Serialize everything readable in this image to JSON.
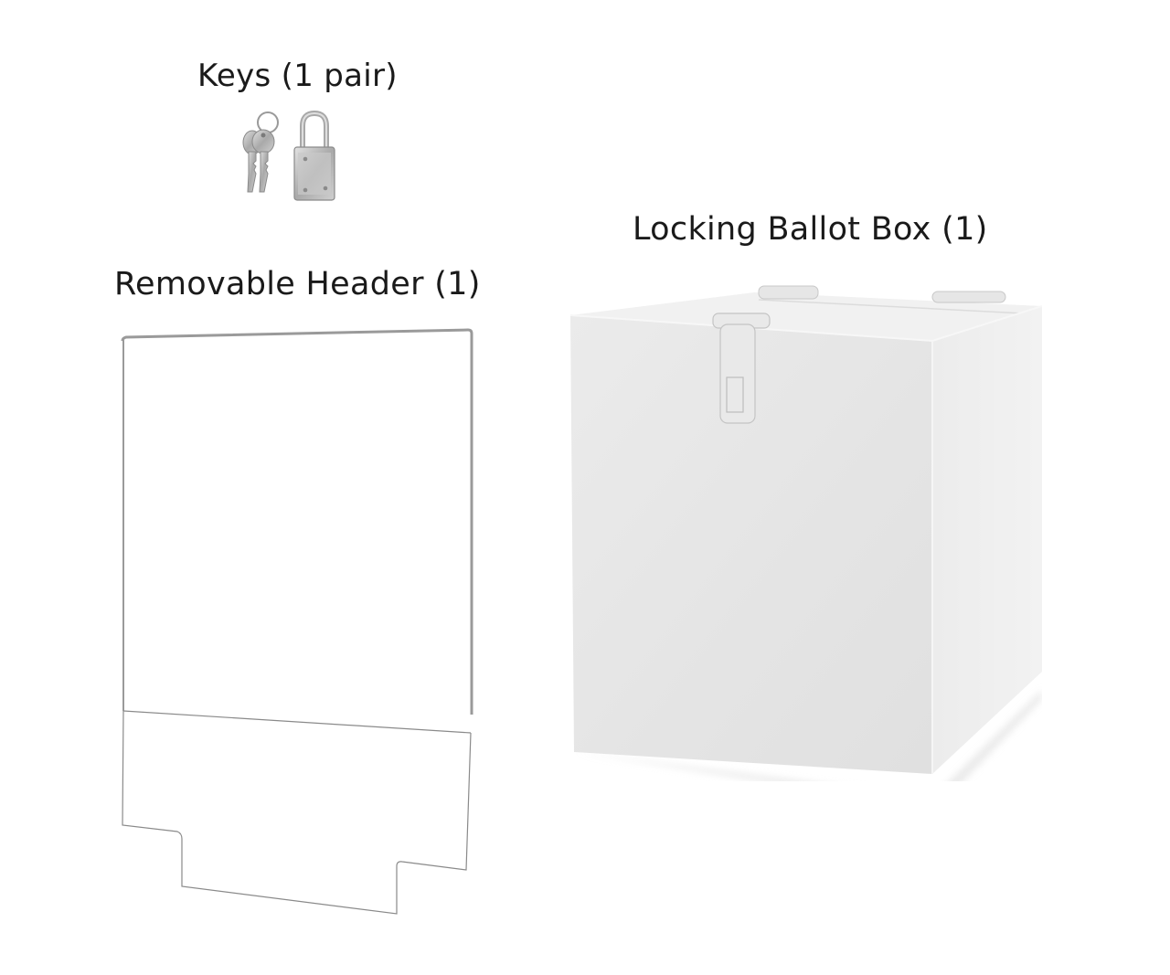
{
  "items": {
    "keys": {
      "label": "Keys (1 pair)",
      "icons": [
        "keys-icon",
        "padlock-icon"
      ]
    },
    "header": {
      "label": "Removable Header (1)",
      "icon": "removable-header-panel"
    },
    "ballot_box": {
      "label": "Locking Ballot Box (1)",
      "icon": "ballot-box"
    }
  },
  "colors": {
    "background": "#ffffff",
    "text": "#1a1a1a",
    "metal": "#b8b8b8",
    "acrylic_outline": "#8a8a8a",
    "box_front": "#e8e8e8",
    "box_side": "#ededed",
    "box_top": "#efefef"
  }
}
